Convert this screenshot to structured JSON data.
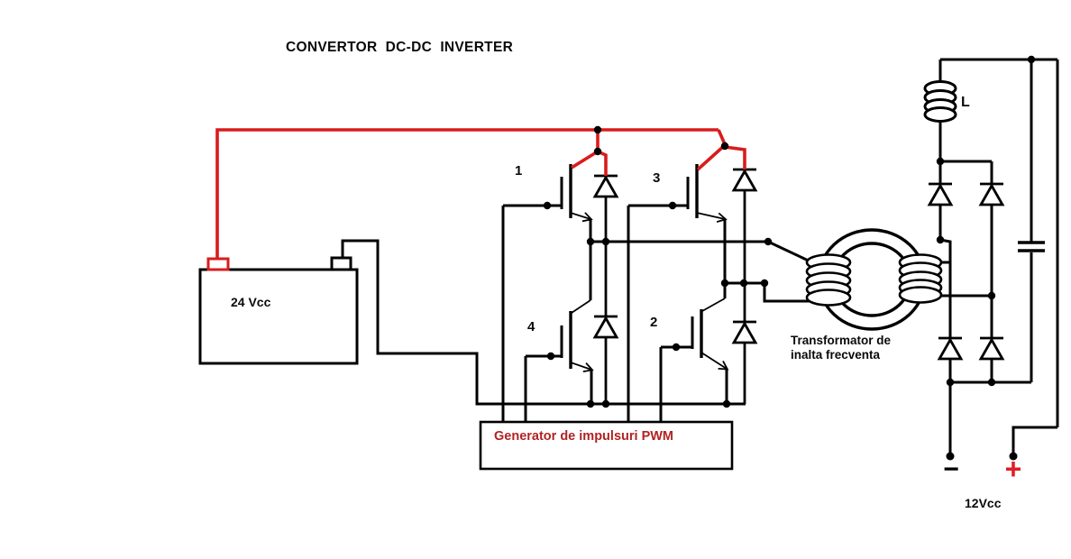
{
  "title": "CONVERTOR  DC-DC  INVERTER",
  "battery_label": "24 Vcc",
  "bridge": {
    "t1": "1",
    "t3": "3",
    "t4": "4",
    "t2": "2"
  },
  "pwm_label": "Generator de impulsuri PWM",
  "transformer_label_1": "Transformator de",
  "transformer_label_2": "inalta frecventa",
  "inductor_label": "L",
  "output_voltage": "12Vcc",
  "minus_sign": "−",
  "plus_sign": "+",
  "colors": {
    "wire": "#000000",
    "red_wire": "#d91c1c",
    "pwm_text": "#b22222",
    "plus_sign": "#e01c24",
    "background": "#ffffff"
  }
}
